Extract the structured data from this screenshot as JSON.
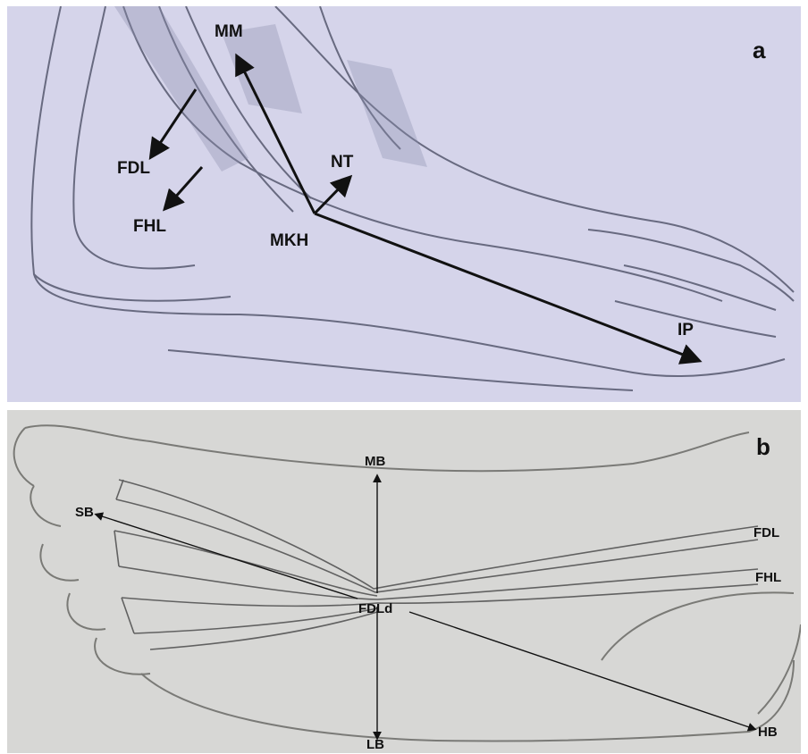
{
  "panel_a": {
    "letter": "a",
    "labels": {
      "mm": "MM",
      "fdl": "FDL",
      "fhl": "FHL",
      "nt": "NT",
      "mkh": "MKH",
      "ip": "IP"
    }
  },
  "panel_b": {
    "letter": "b",
    "labels": {
      "mb": "MB",
      "sb": "SB",
      "fdl": "FDL",
      "fhl": "FHL",
      "fdld": "FDLd",
      "lb": "LB",
      "hb": "HB"
    }
  }
}
